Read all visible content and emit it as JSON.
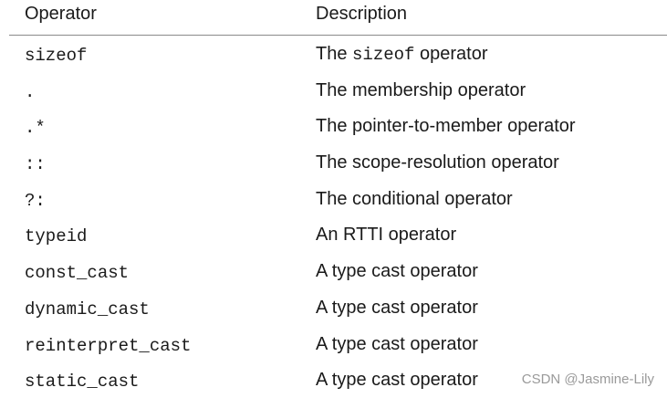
{
  "table": {
    "headers": {
      "operator": "Operator",
      "description": "Description"
    },
    "rows": [
      {
        "operator": "sizeof",
        "desc_pre": "The ",
        "desc_code": "sizeof",
        "desc_post": " operator"
      },
      {
        "operator": ".",
        "desc_pre": "The membership operator",
        "desc_code": "",
        "desc_post": ""
      },
      {
        "operator": ".*",
        "desc_pre": "The pointer-to-member operator",
        "desc_code": "",
        "desc_post": ""
      },
      {
        "operator": "::",
        "desc_pre": "The scope-resolution operator",
        "desc_code": "",
        "desc_post": ""
      },
      {
        "operator": "?:",
        "desc_pre": "The conditional operator",
        "desc_code": "",
        "desc_post": ""
      },
      {
        "operator": "typeid",
        "desc_pre": "An RTTI operator",
        "desc_code": "",
        "desc_post": ""
      },
      {
        "operator": "const_cast",
        "desc_pre": "A type cast operator",
        "desc_code": "",
        "desc_post": ""
      },
      {
        "operator": "dynamic_cast",
        "desc_pre": "A type cast operator",
        "desc_code": "",
        "desc_post": ""
      },
      {
        "operator": "reinterpret_cast",
        "desc_pre": "A type cast operator",
        "desc_code": "",
        "desc_post": ""
      },
      {
        "operator": "static_cast",
        "desc_pre": "A type cast operator",
        "desc_code": "",
        "desc_post": ""
      }
    ]
  },
  "watermark": "CSDN @Jasmine-Lily"
}
